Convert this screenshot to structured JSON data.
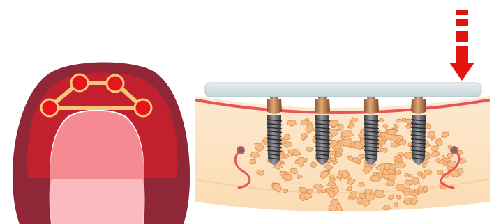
{
  "diagram": {
    "arch_view": {
      "implant_count": 4
    },
    "cross_section": {
      "implant_count": 4,
      "has_bar": true,
      "has_bone_graft": true
    },
    "load_arrow": {
      "direction": "down"
    }
  },
  "colors": {
    "gum_dark": "#8f2737",
    "gum_mid": "#c2202f",
    "palate": "#f58a93",
    "palate_light": "#f9c3c7",
    "bar_connector": "#f6c678",
    "implant_red": "#e8161c",
    "arrow_red": "#e3140f",
    "bone_fill": "#fce3c2",
    "bone_chip": "#f7bc84",
    "bone_chip_edge": "#d98a4f",
    "soft_tissue_line": "#e9535a",
    "prosthesis_bar": "#d6e2e7",
    "implant_metal": "#5a5a5e",
    "abutment_gold": "#c7834c"
  }
}
